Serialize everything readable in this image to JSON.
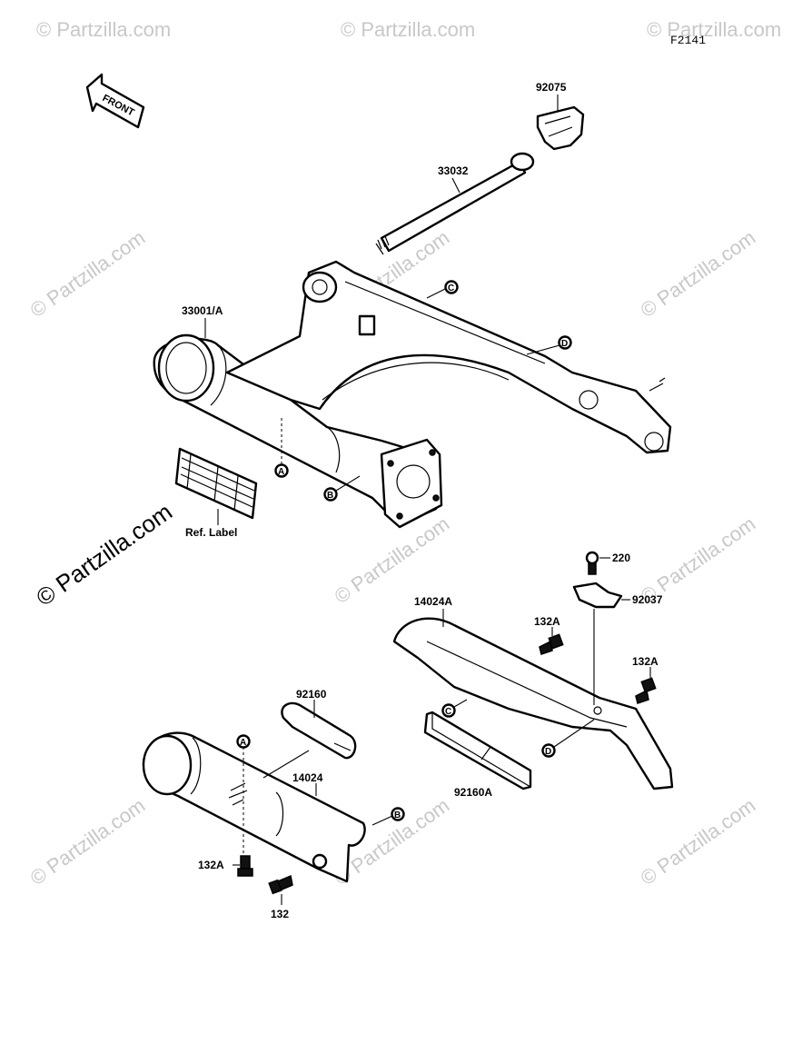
{
  "figure_code": "F2141",
  "front_arrow": {
    "label": "FRONT"
  },
  "ref_label_text": "Ref. Label",
  "parts": {
    "p92075": "92075",
    "p33032": "33032",
    "p33001": "33001/A",
    "p220": "220",
    "p92037": "92037",
    "p14024A": "14024A",
    "p132A_1": "132A",
    "p132A_2": "132A",
    "p92160": "92160",
    "p14024": "14024",
    "p92160A": "92160A",
    "p132A_3": "132A",
    "p132": "132"
  },
  "callouts": {
    "A1": "A",
    "B1": "B",
    "C1": "C",
    "D1": "D",
    "C2": "C",
    "D2": "D",
    "A2": "A",
    "B2": "B"
  },
  "watermark": {
    "small": "© Partzilla.com",
    "large": "© Partzilla.com"
  }
}
